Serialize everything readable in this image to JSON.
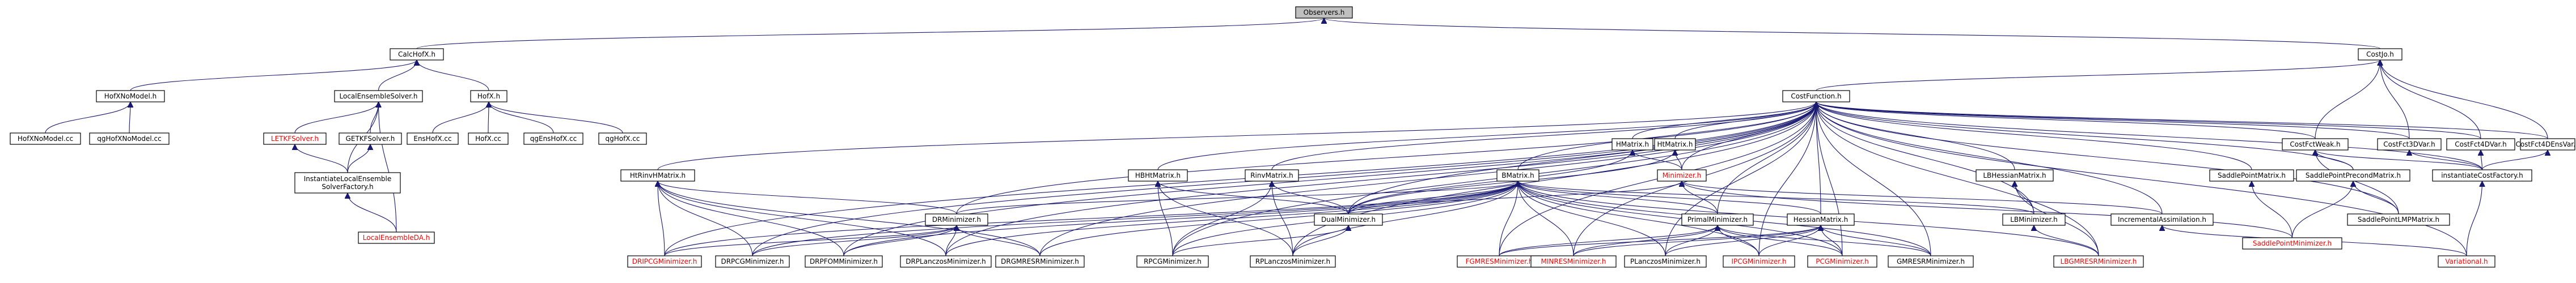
{
  "graph": {
    "colors": {
      "edge": "#191970",
      "node_border": "#000000",
      "root_fill": "#bfbfbf",
      "node_fill": "#ffffff",
      "link_text": "#000000",
      "undoc_text": "#ff0000"
    },
    "nodes": [
      {
        "id": "observer",
        "lines": [
          "Observers.h"
        ],
        "root": true
      },
      {
        "id": "calchofx",
        "lines": [
          "CalcHofX.h"
        ]
      },
      {
        "id": "costjo",
        "lines": [
          "CostJo.h"
        ]
      },
      {
        "id": "hofx3dmodel",
        "lines": [
          "HofXNoModel.h"
        ]
      },
      {
        "id": "localensemblesolver",
        "lines": [
          "LocalEnsembleSolver.h"
        ]
      },
      {
        "id": "hofxh",
        "lines": [
          "HofX.h"
        ]
      },
      {
        "id": "costfunction",
        "lines": [
          "CostFunction.h"
        ]
      },
      {
        "id": "hofxnomodelcc",
        "lines": [
          "HofXNoModel.cc"
        ]
      },
      {
        "id": "qghofxnomodelcc",
        "lines": [
          "qgHofXNoModel.cc"
        ]
      },
      {
        "id": "letkfsolver",
        "lines": [
          "LETKFSolver.h"
        ],
        "red": true
      },
      {
        "id": "getkfsolver",
        "lines": [
          "GETKFSolver.h"
        ]
      },
      {
        "id": "enshofxcc",
        "lines": [
          "EnsHofX.cc"
        ]
      },
      {
        "id": "hofxcc",
        "lines": [
          "HofX.cc"
        ]
      },
      {
        "id": "qgenshofxcc",
        "lines": [
          "qgEnsHofX.cc"
        ]
      },
      {
        "id": "qghofxcc",
        "lines": [
          "qgHofX.cc"
        ]
      },
      {
        "id": "instantiatelocal",
        "lines": [
          "InstantiateLocalEnsemble",
          "SolverFactory.h"
        ]
      },
      {
        "id": "localensembleda",
        "lines": [
          "LocalEnsembleDA.h"
        ],
        "red": true
      },
      {
        "id": "hmatrix",
        "lines": [
          "HMatrix.h"
        ]
      },
      {
        "id": "htrinvhmatrix",
        "lines": [
          "HtRinvHMatrix.h"
        ]
      },
      {
        "id": "hbhtmatrix",
        "lines": [
          "HBHtMatrix.h"
        ]
      },
      {
        "id": "rinvmatrix",
        "lines": [
          "RinvMatrix.h"
        ]
      },
      {
        "id": "bmatrix",
        "lines": [
          "BMatrix.h"
        ]
      },
      {
        "id": "htmatrix",
        "lines": [
          "HtMatrix.h"
        ]
      },
      {
        "id": "minimizer",
        "lines": [
          "Minimizer.h"
        ],
        "red": true
      },
      {
        "id": "lbhessianmatrix",
        "lines": [
          "LBHessianMatrix.h"
        ]
      },
      {
        "id": "costfctweak",
        "lines": [
          "CostFctWeak.h"
        ]
      },
      {
        "id": "costfct3dvar",
        "lines": [
          "CostFct3DVar.h"
        ]
      },
      {
        "id": "costfct4dvar",
        "lines": [
          "CostFct4DVar.h"
        ]
      },
      {
        "id": "costfct4densvar",
        "lines": [
          "CostFct4DEnsVar.h"
        ]
      },
      {
        "id": "saddlepointmatrix",
        "lines": [
          "SaddlePointMatrix.h"
        ]
      },
      {
        "id": "saddlepointprecond",
        "lines": [
          "SaddlePointPrecondMatrix.h"
        ]
      },
      {
        "id": "instantiatecost",
        "lines": [
          "instantiateCostFactory.h"
        ]
      },
      {
        "id": "dualminimizer",
        "lines": [
          "DualMinimizer.h"
        ]
      },
      {
        "id": "primalminimizer",
        "lines": [
          "PrimalMinimizer.h"
        ]
      },
      {
        "id": "hessianmatrix",
        "lines": [
          "HessianMatrix.h"
        ]
      },
      {
        "id": "drminimizer",
        "lines": [
          "DRMinimizer.h"
        ]
      },
      {
        "id": "lbminimizer",
        "lines": [
          "LBMinimizer.h"
        ]
      },
      {
        "id": "incremental",
        "lines": [
          "IncrementalAssimilation.h"
        ]
      },
      {
        "id": "saddlepointminimizer",
        "lines": [
          "SaddlePointMinimizer.h"
        ],
        "red": true
      },
      {
        "id": "saddlepointlmp",
        "lines": [
          "SaddlePointLMPMatrix.h"
        ]
      },
      {
        "id": "dripcg",
        "lines": [
          "DRIPCGMinimizer.h"
        ],
        "red": true
      },
      {
        "id": "drpcg",
        "lines": [
          "DRPCGMinimizer.h"
        ]
      },
      {
        "id": "drpfom",
        "lines": [
          "DRPFOMMinimizer.h"
        ]
      },
      {
        "id": "drplanczos",
        "lines": [
          "DRPLanczosMinimizer.h"
        ]
      },
      {
        "id": "drgmresr",
        "lines": [
          "DRGMRESRMinimizer.h"
        ]
      },
      {
        "id": "rpcg",
        "lines": [
          "RPCGMinimizer.h"
        ]
      },
      {
        "id": "rplanczos",
        "lines": [
          "RPLanczosMinimizer.h"
        ]
      },
      {
        "id": "fgmres",
        "lines": [
          "FGMRESMinimizer.h"
        ],
        "red": true
      },
      {
        "id": "minres",
        "lines": [
          "MINRESMinimizer.h"
        ],
        "red": true
      },
      {
        "id": "planczos",
        "lines": [
          "PLanczosMinimizer.h"
        ]
      },
      {
        "id": "ipcg",
        "lines": [
          "IPCGMinimizer.h"
        ],
        "red": true
      },
      {
        "id": "pcg",
        "lines": [
          "PCGMinimizer.h"
        ],
        "red": true
      },
      {
        "id": "gmresr",
        "lines": [
          "GMRESRMinimizer.h"
        ]
      },
      {
        "id": "lbgmresr",
        "lines": [
          "LBGMRESRMinimizer.h"
        ],
        "red": true
      },
      {
        "id": "variational",
        "lines": [
          "Variational.h"
        ],
        "red": true
      }
    ],
    "edges": [
      [
        "observer",
        "calchofx"
      ],
      [
        "observer",
        "costjo"
      ],
      [
        "calchofx",
        "hofx3dmodel"
      ],
      [
        "calchofx",
        "localensemblesolver"
      ],
      [
        "calchofx",
        "hofxh"
      ],
      [
        "hofx3dmodel",
        "hofxnomodelcc"
      ],
      [
        "hofx3dmodel",
        "qghofxnomodelcc"
      ],
      [
        "localensemblesolver",
        "letkfsolver"
      ],
      [
        "localensemblesolver",
        "getkfsolver"
      ],
      [
        "localensemblesolver",
        "instantiatelocal"
      ],
      [
        "localensemblesolver",
        "localensembleda"
      ],
      [
        "getkfsolver",
        "instantiatelocal"
      ],
      [
        "letkfsolver",
        "instantiatelocal"
      ],
      [
        "instantiatelocal",
        "localensembleda"
      ],
      [
        "hofxh",
        "enshofxcc"
      ],
      [
        "hofxh",
        "hofxcc"
      ],
      [
        "hofxh",
        "qgenshofxcc"
      ],
      [
        "hofxh",
        "qghofxcc"
      ],
      [
        "costjo",
        "costfunction"
      ],
      [
        "costjo",
        "costfctweak"
      ],
      [
        "costjo",
        "costfct3dvar"
      ],
      [
        "costjo",
        "costfct4dvar"
      ],
      [
        "costjo",
        "costfct4densvar"
      ],
      [
        "costfunction",
        "htrinvhmatrix"
      ],
      [
        "costfunction",
        "hbhtmatrix"
      ],
      [
        "costfunction",
        "rinvmatrix"
      ],
      [
        "costfunction",
        "bmatrix"
      ],
      [
        "costfunction",
        "hmatrix"
      ],
      [
        "costfunction",
        "htmatrix"
      ],
      [
        "costfunction",
        "minimizer"
      ],
      [
        "costfunction",
        "lbhessianmatrix"
      ],
      [
        "costfunction",
        "costfctweak"
      ],
      [
        "costfunction",
        "costfct3dvar"
      ],
      [
        "costfunction",
        "costfct4dvar"
      ],
      [
        "costfunction",
        "costfct4densvar"
      ],
      [
        "costfunction",
        "saddlepointmatrix"
      ],
      [
        "costfunction",
        "saddlepointprecond"
      ],
      [
        "costfunction",
        "instantiatecost"
      ],
      [
        "costfunction",
        "dualminimizer"
      ],
      [
        "costfunction",
        "primalminimizer"
      ],
      [
        "costfunction",
        "hessianmatrix"
      ],
      [
        "costfunction",
        "drminimizer"
      ],
      [
        "costfunction",
        "lbminimizer"
      ],
      [
        "costfunction",
        "incremental"
      ],
      [
        "costfunction",
        "dripcg"
      ],
      [
        "costfunction",
        "drpcg"
      ],
      [
        "costfunction",
        "drpfom"
      ],
      [
        "costfunction",
        "drplanczos"
      ],
      [
        "costfunction",
        "drgmresr"
      ],
      [
        "costfunction",
        "rpcg"
      ],
      [
        "costfunction",
        "rplanczos"
      ],
      [
        "costfunction",
        "fgmres"
      ],
      [
        "costfunction",
        "minres"
      ],
      [
        "costfunction",
        "planczos"
      ],
      [
        "costfunction",
        "ipcg"
      ],
      [
        "costfunction",
        "pcg"
      ],
      [
        "costfunction",
        "gmresr"
      ],
      [
        "costfunction",
        "lbgmresr"
      ],
      [
        "costfunction",
        "saddlepointlmp"
      ],
      [
        "costfunction",
        "variational"
      ],
      [
        "hmatrix",
        "minimizer"
      ],
      [
        "hmatrix",
        "dualminimizer"
      ],
      [
        "htmatrix",
        "minimizer"
      ],
      [
        "htmatrix",
        "dualminimizer"
      ],
      [
        "minimizer",
        "dualminimizer"
      ],
      [
        "minimizer",
        "primalminimizer"
      ],
      [
        "minimizer",
        "saddlepointminimizer"
      ],
      [
        "minimizer",
        "incremental"
      ],
      [
        "htrinvhmatrix",
        "drminimizer"
      ],
      [
        "htrinvhmatrix",
        "dripcg"
      ],
      [
        "htrinvhmatrix",
        "drpcg"
      ],
      [
        "htrinvhmatrix",
        "drpfom"
      ],
      [
        "htrinvhmatrix",
        "drplanczos"
      ],
      [
        "htrinvhmatrix",
        "drgmresr"
      ],
      [
        "hbhtmatrix",
        "dualminimizer"
      ],
      [
        "hbhtmatrix",
        "rpcg"
      ],
      [
        "hbhtmatrix",
        "rplanczos"
      ],
      [
        "rinvmatrix",
        "dualminimizer"
      ],
      [
        "rinvmatrix",
        "rpcg"
      ],
      [
        "rinvmatrix",
        "rplanczos"
      ],
      [
        "bmatrix",
        "drminimizer"
      ],
      [
        "bmatrix",
        "dualminimizer"
      ],
      [
        "bmatrix",
        "primalminimizer"
      ],
      [
        "bmatrix",
        "hessianmatrix"
      ],
      [
        "bmatrix",
        "lbminimizer"
      ],
      [
        "bmatrix",
        "dripcg"
      ],
      [
        "bmatrix",
        "drpcg"
      ],
      [
        "bmatrix",
        "drpfom"
      ],
      [
        "bmatrix",
        "drplanczos"
      ],
      [
        "bmatrix",
        "drgmresr"
      ],
      [
        "bmatrix",
        "rpcg"
      ],
      [
        "bmatrix",
        "rplanczos"
      ],
      [
        "bmatrix",
        "fgmres"
      ],
      [
        "bmatrix",
        "minres"
      ],
      [
        "bmatrix",
        "planczos"
      ],
      [
        "bmatrix",
        "ipcg"
      ],
      [
        "bmatrix",
        "pcg"
      ],
      [
        "bmatrix",
        "gmresr"
      ],
      [
        "bmatrix",
        "lbgmresr"
      ],
      [
        "lbhessianmatrix",
        "lbminimizer"
      ],
      [
        "lbhessianmatrix",
        "lbgmresr"
      ],
      [
        "dualminimizer",
        "rpcg"
      ],
      [
        "dualminimizer",
        "rplanczos"
      ],
      [
        "primalminimizer",
        "fgmres"
      ],
      [
        "primalminimizer",
        "minres"
      ],
      [
        "primalminimizer",
        "planczos"
      ],
      [
        "primalminimizer",
        "ipcg"
      ],
      [
        "primalminimizer",
        "pcg"
      ],
      [
        "primalminimizer",
        "gmresr"
      ],
      [
        "hessianmatrix",
        "fgmres"
      ],
      [
        "hessianmatrix",
        "minres"
      ],
      [
        "hessianmatrix",
        "planczos"
      ],
      [
        "hessianmatrix",
        "ipcg"
      ],
      [
        "hessianmatrix",
        "pcg"
      ],
      [
        "hessianmatrix",
        "gmresr"
      ],
      [
        "drminimizer",
        "dripcg"
      ],
      [
        "drminimizer",
        "drpcg"
      ],
      [
        "drminimizer",
        "drpfom"
      ],
      [
        "drminimizer",
        "drplanczos"
      ],
      [
        "drminimizer",
        "drgmresr"
      ],
      [
        "lbminimizer",
        "lbgmresr"
      ],
      [
        "costfctweak",
        "saddlepointprecond"
      ],
      [
        "costfctweak",
        "instantiatecost"
      ],
      [
        "costfctweak",
        "saddlepointlmp"
      ],
      [
        "costfct3dvar",
        "instantiatecost"
      ],
      [
        "costfct4dvar",
        "instantiatecost"
      ],
      [
        "costfct4densvar",
        "instantiatecost"
      ],
      [
        "saddlepointmatrix",
        "saddlepointminimizer"
      ],
      [
        "saddlepointprecond",
        "saddlepointminimizer"
      ],
      [
        "saddlepointprecond",
        "saddlepointlmp"
      ],
      [
        "instantiatecost",
        "variational"
      ],
      [
        "incremental",
        "variational"
      ]
    ]
  }
}
